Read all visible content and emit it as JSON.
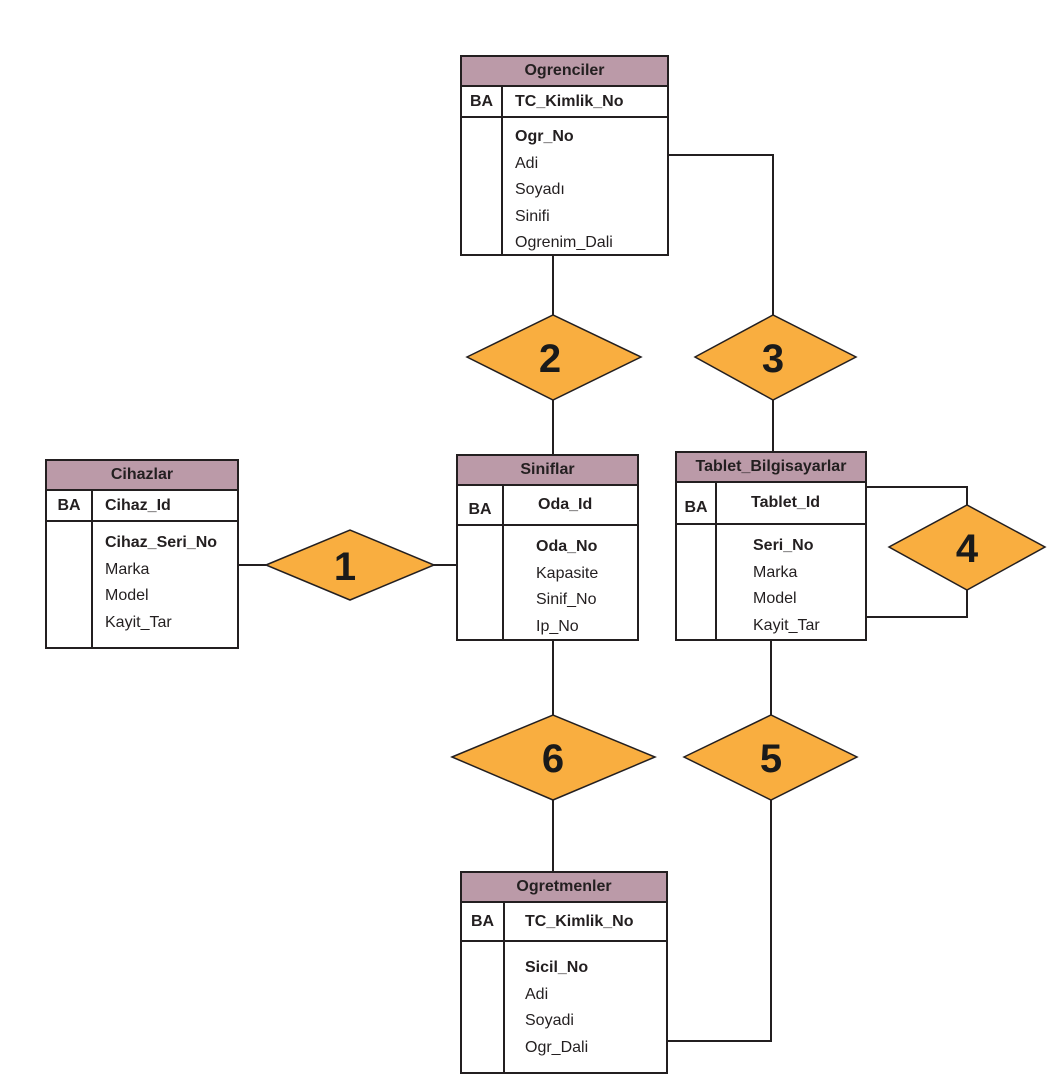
{
  "diagram": {
    "colors": {
      "entity_header": "#bb9aa8",
      "relationship_fill": "#f9ae40",
      "line": "#231f20"
    },
    "entities": {
      "ogrenciler": {
        "title": "Ogrenciler",
        "pk_label": "BA",
        "pk": "TC_Kimlik_No",
        "attributes": [
          "Ogr_No",
          "Adi",
          "Soyadı",
          "Sinifi",
          "Ogrenim_Dali"
        ]
      },
      "cihazlar": {
        "title": "Cihazlar",
        "pk_label": "BA",
        "pk": "Cihaz_Id",
        "attributes": [
          "Cihaz_Seri_No",
          "Marka",
          "Model",
          "Kayit_Tar"
        ]
      },
      "siniflar": {
        "title": "Siniflar",
        "pk_label": "BA",
        "pk": "Oda_Id",
        "attributes": [
          "Oda_No",
          "Kapasite",
          "Sinif_No",
          "Ip_No"
        ]
      },
      "tablet_bilgisayarlar": {
        "title": "Tablet_Bilgisayarlar",
        "pk_label": "BA",
        "pk": "Tablet_Id",
        "attributes": [
          "Seri_No",
          "Marka",
          "Model",
          "Kayit_Tar"
        ]
      },
      "ogretmenler": {
        "title": "Ogretmenler",
        "pk_label": "BA",
        "pk": "TC_Kimlik_No",
        "attributes": [
          "Sicil_No",
          "Adi",
          "Soyadi",
          "Ogr_Dali"
        ]
      }
    },
    "relationships": {
      "r1": "1",
      "r2": "2",
      "r3": "3",
      "r4": "4",
      "r5": "5",
      "r6": "6"
    }
  }
}
